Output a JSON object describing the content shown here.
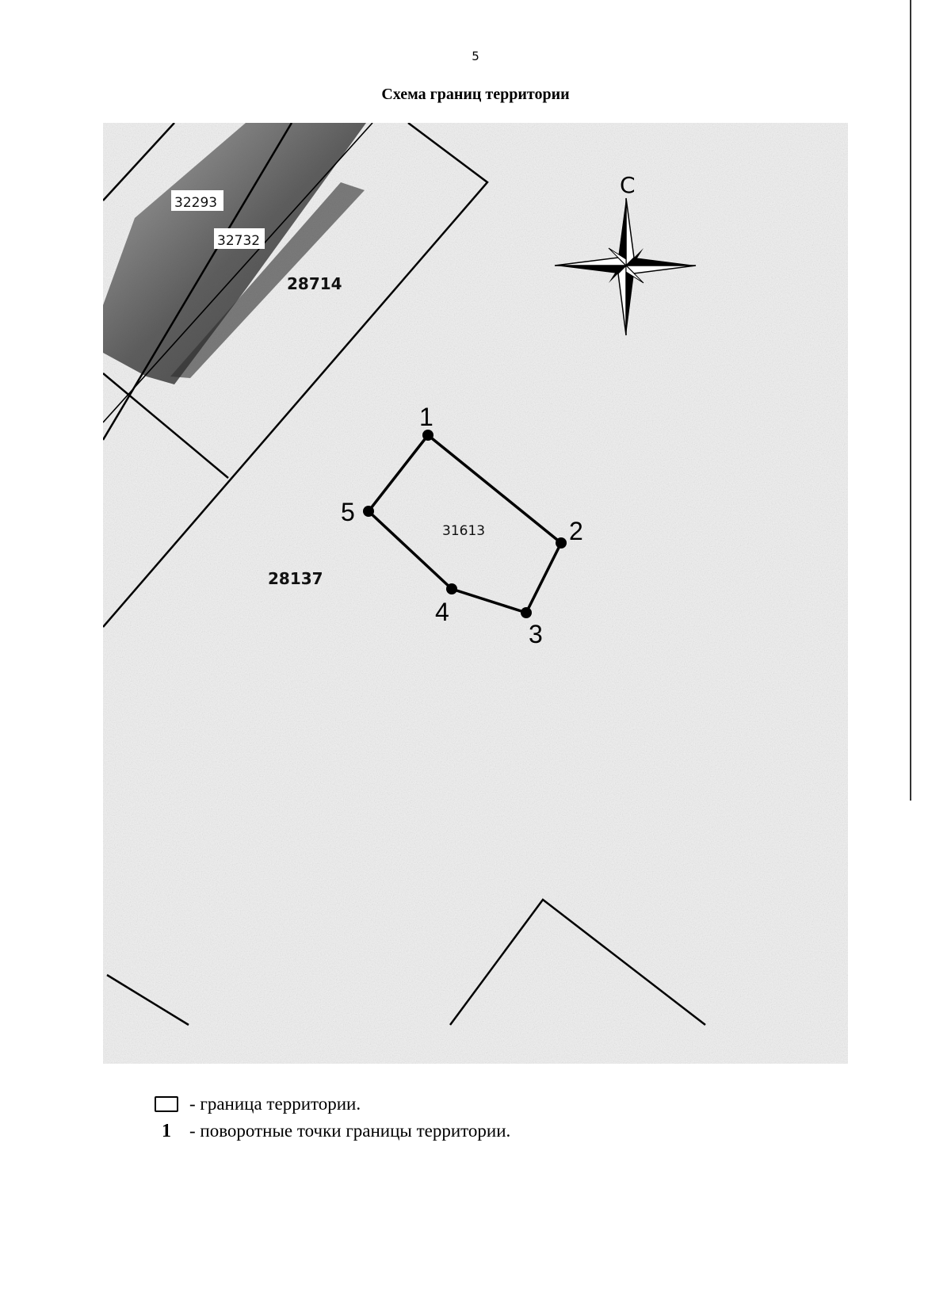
{
  "page": {
    "number": "5",
    "title": "Схема границ территории"
  },
  "map": {
    "north_label": "С",
    "parcel_labels": [
      "32293",
      "32732",
      "28714",
      "28137"
    ],
    "territory": {
      "label": "31613",
      "points": [
        "1",
        "2",
        "3",
        "4",
        "5"
      ]
    }
  },
  "legend": {
    "boundary_text": "- граница территории.",
    "points_symbol": "1",
    "points_text": "- поворотные точки границы территории."
  },
  "colors": {
    "boundary": "#000000",
    "background": "#f1f1f1"
  }
}
